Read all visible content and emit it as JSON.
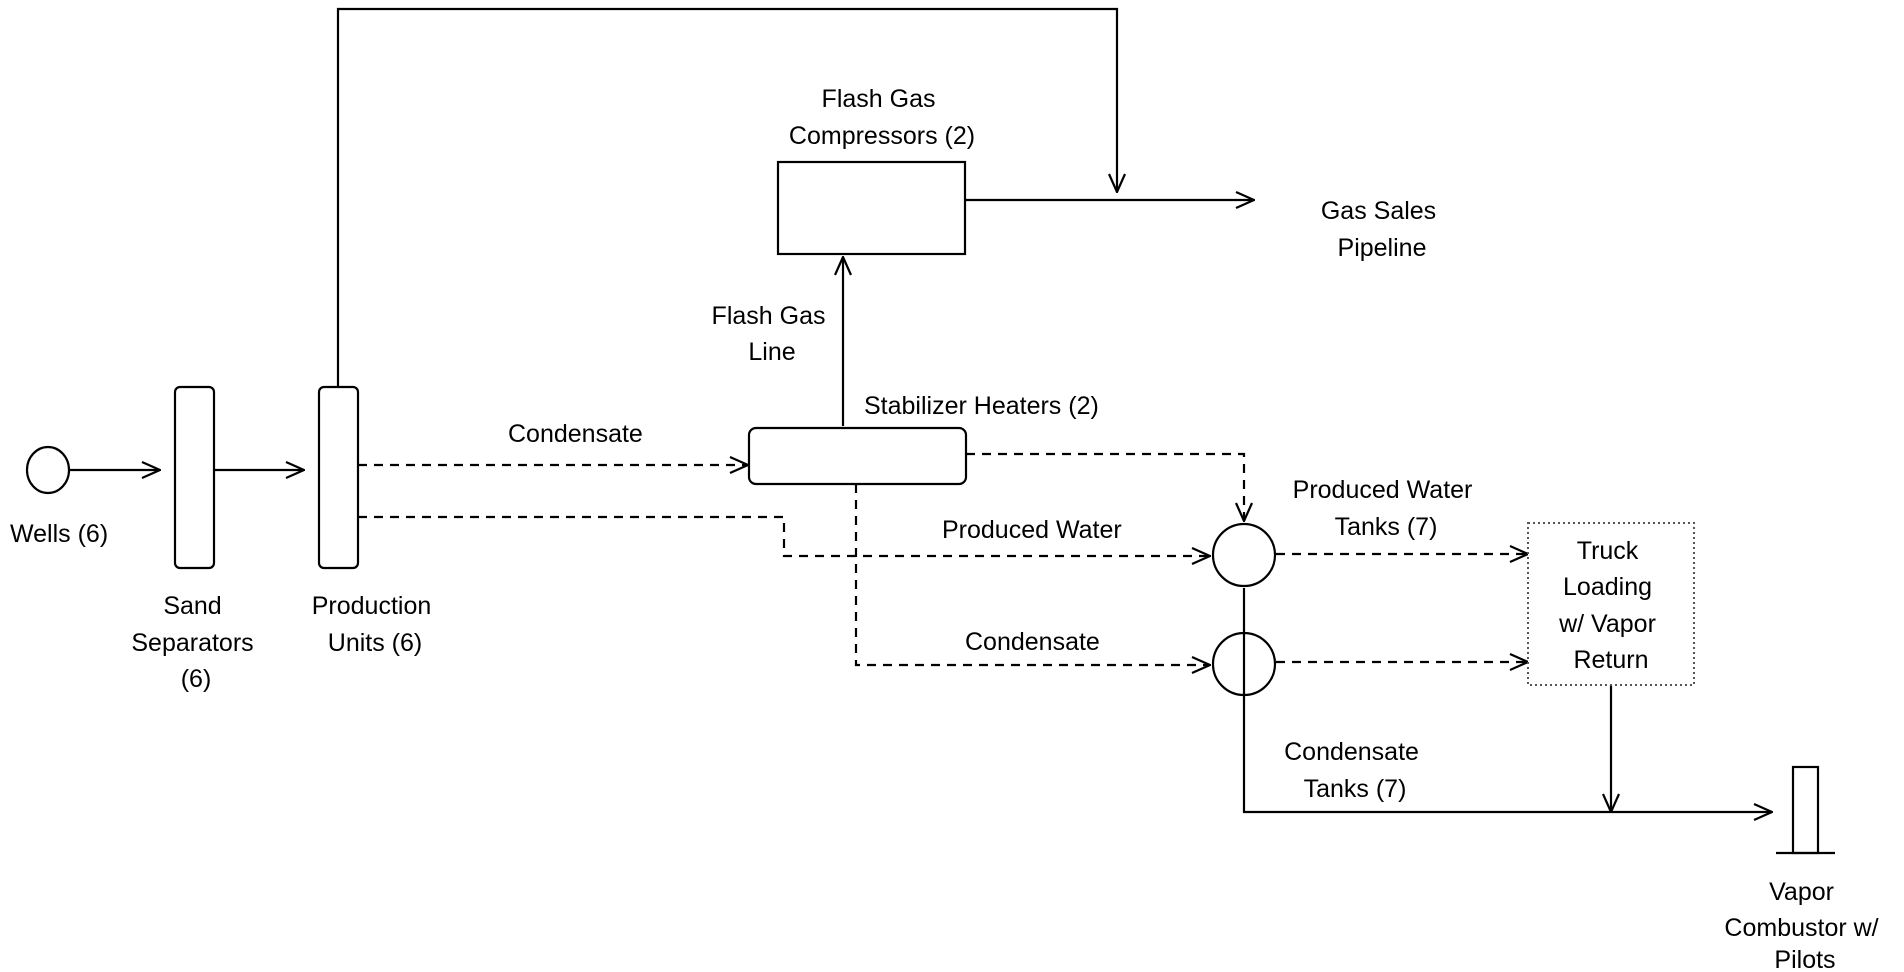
{
  "diagram": {
    "nodes": {
      "wells": [
        "Wells (6)"
      ],
      "sand_separators": [
        "Sand",
        "Separators",
        "(6)"
      ],
      "production_units": [
        "Production",
        "Units (6)"
      ],
      "flash_gas_compressors": [
        "Flash Gas",
        "Compressors (2)"
      ],
      "gas_sales_pipeline": [
        "Gas Sales",
        "Pipeline"
      ],
      "stabilizer_heaters": [
        "Stabilizer Heaters (2)"
      ],
      "produced_water_tanks": [
        "Produced Water",
        "Tanks (7)"
      ],
      "condensate_tanks": [
        "Condensate",
        "Tanks (7)"
      ],
      "truck_loading": [
        "Truck",
        "Loading",
        "w/ Vapor",
        "Return"
      ],
      "vapor_combustor": [
        "Vapor",
        "Combustor w/",
        "Pilots"
      ]
    },
    "edge_labels": {
      "flash_gas_line": [
        "Flash Gas",
        "Line"
      ],
      "condensate_to_stabilizer": "Condensate",
      "produced_water": "Produced Water",
      "condensate_to_tanks": "Condensate"
    }
  }
}
